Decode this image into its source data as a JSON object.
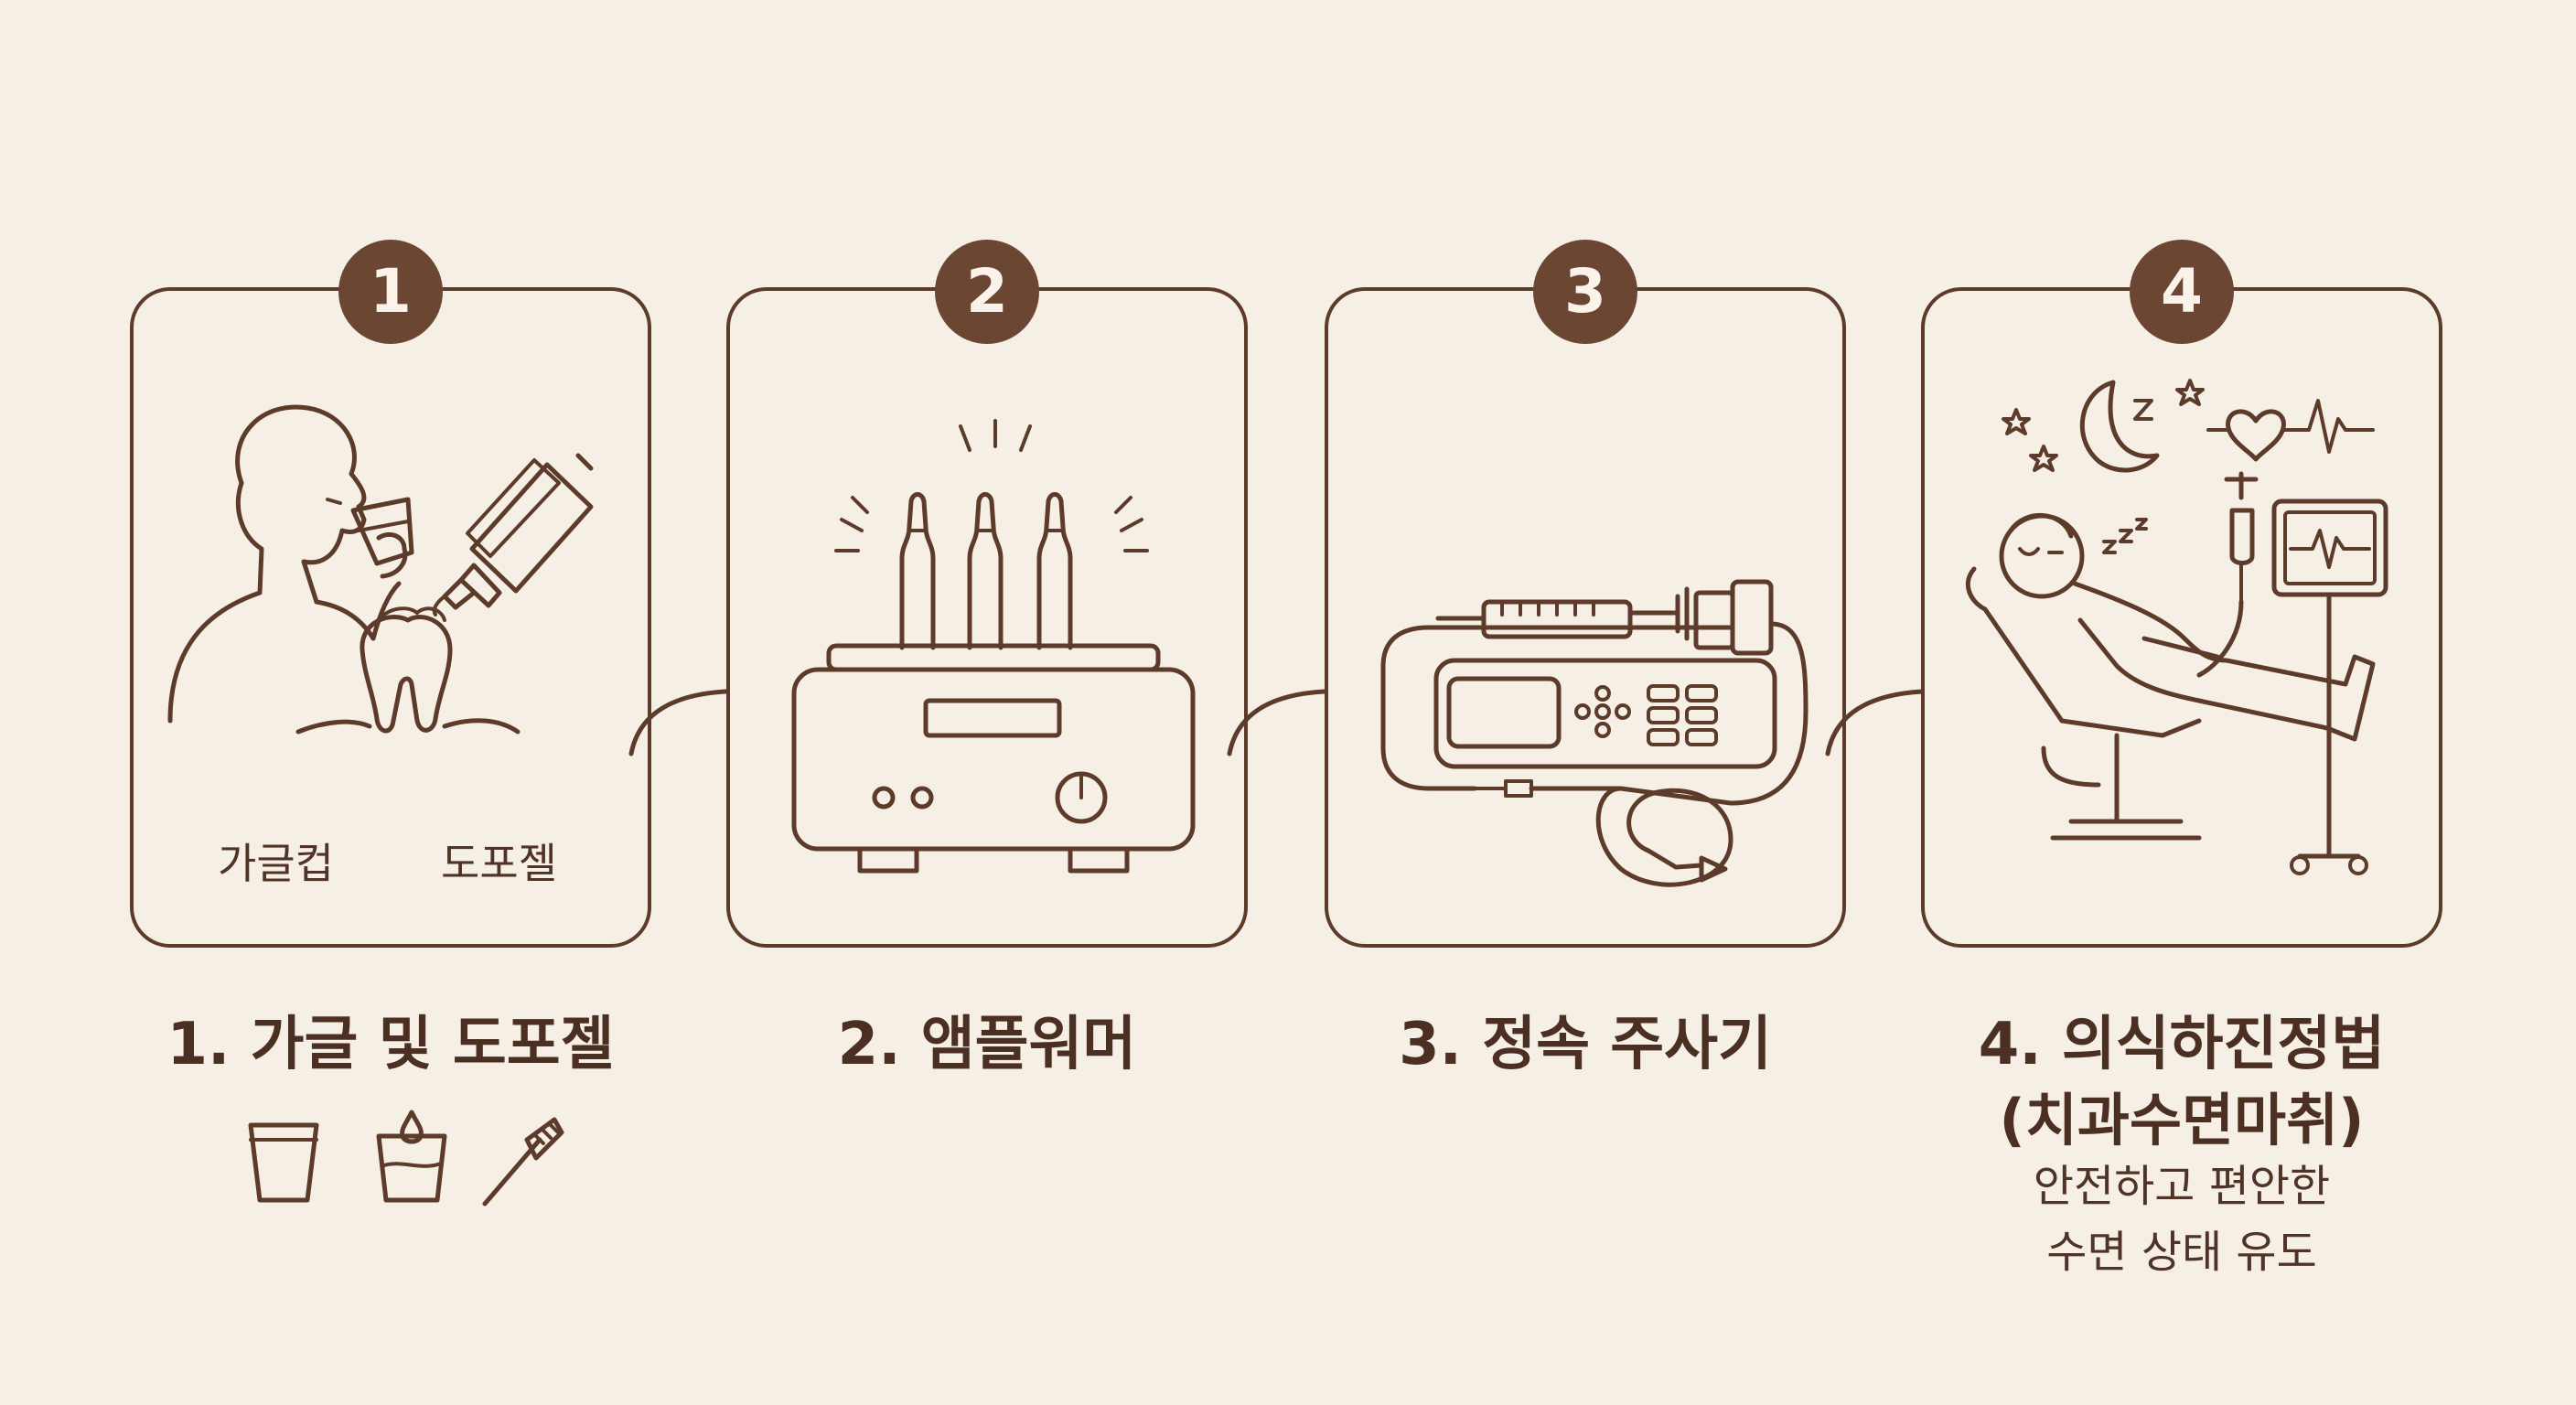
{
  "steps": [
    {
      "number": "1",
      "title": "1. 가글 및 도포젤",
      "labels": [
        "가글컵",
        "도포젤"
      ]
    },
    {
      "number": "2",
      "title": "2. 앰플워머"
    },
    {
      "number": "3",
      "title": "3. 정속 주사기"
    },
    {
      "number": "4",
      "title": "4. 의식하진정법",
      "subtitle": "(치과수면마취)",
      "description_lines": [
        "안전하고 편안한",
        "수면 상태 유도"
      ]
    }
  ],
  "icons": {
    "step1": [
      "person-drinking-icon",
      "gel-tube-icon",
      "tooth-icon",
      "cup-icon",
      "water-cup-icon",
      "toothbrush-icon"
    ],
    "step2": [
      "ampoule-warmer-icon"
    ],
    "step3": [
      "syringe-pump-icon"
    ],
    "step4": [
      "sleeping-patient-icon",
      "iv-drip-icon",
      "monitor-icon",
      "moon-icon",
      "heartbeat-icon"
    ]
  },
  "colors": {
    "background": "#f6efe6",
    "line": "#5c3b2a",
    "badge": "#6b4632",
    "badge_text": "#fbf3e9"
  }
}
